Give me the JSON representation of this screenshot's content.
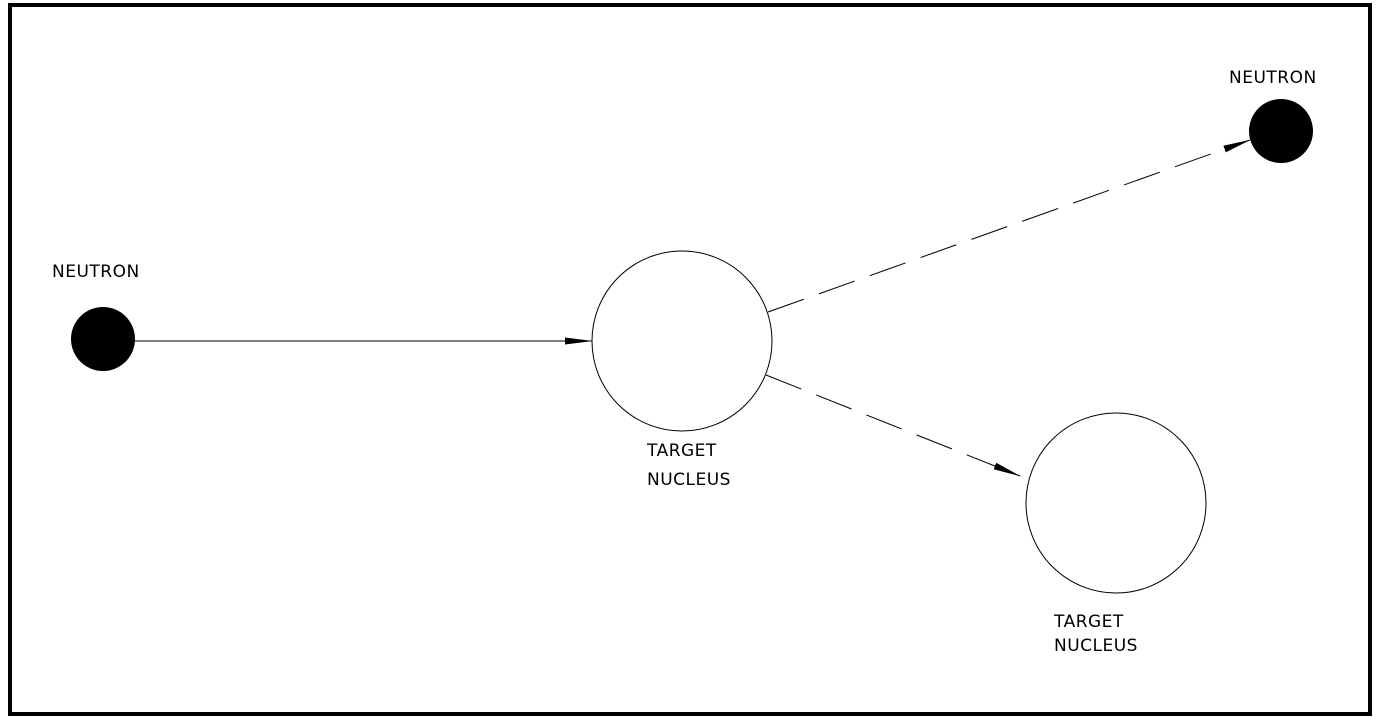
{
  "labels": {
    "incoming_neutron": "NEUTRON",
    "scattered_neutron": "NEUTRON",
    "target_initial_line1": "TARGET",
    "target_initial_line2": "NUCLEUS",
    "target_recoil_line1": "TARGET",
    "target_recoil_line2": "NUCLEUS"
  },
  "colors": {
    "ink": "#000000",
    "background": "#ffffff"
  }
}
